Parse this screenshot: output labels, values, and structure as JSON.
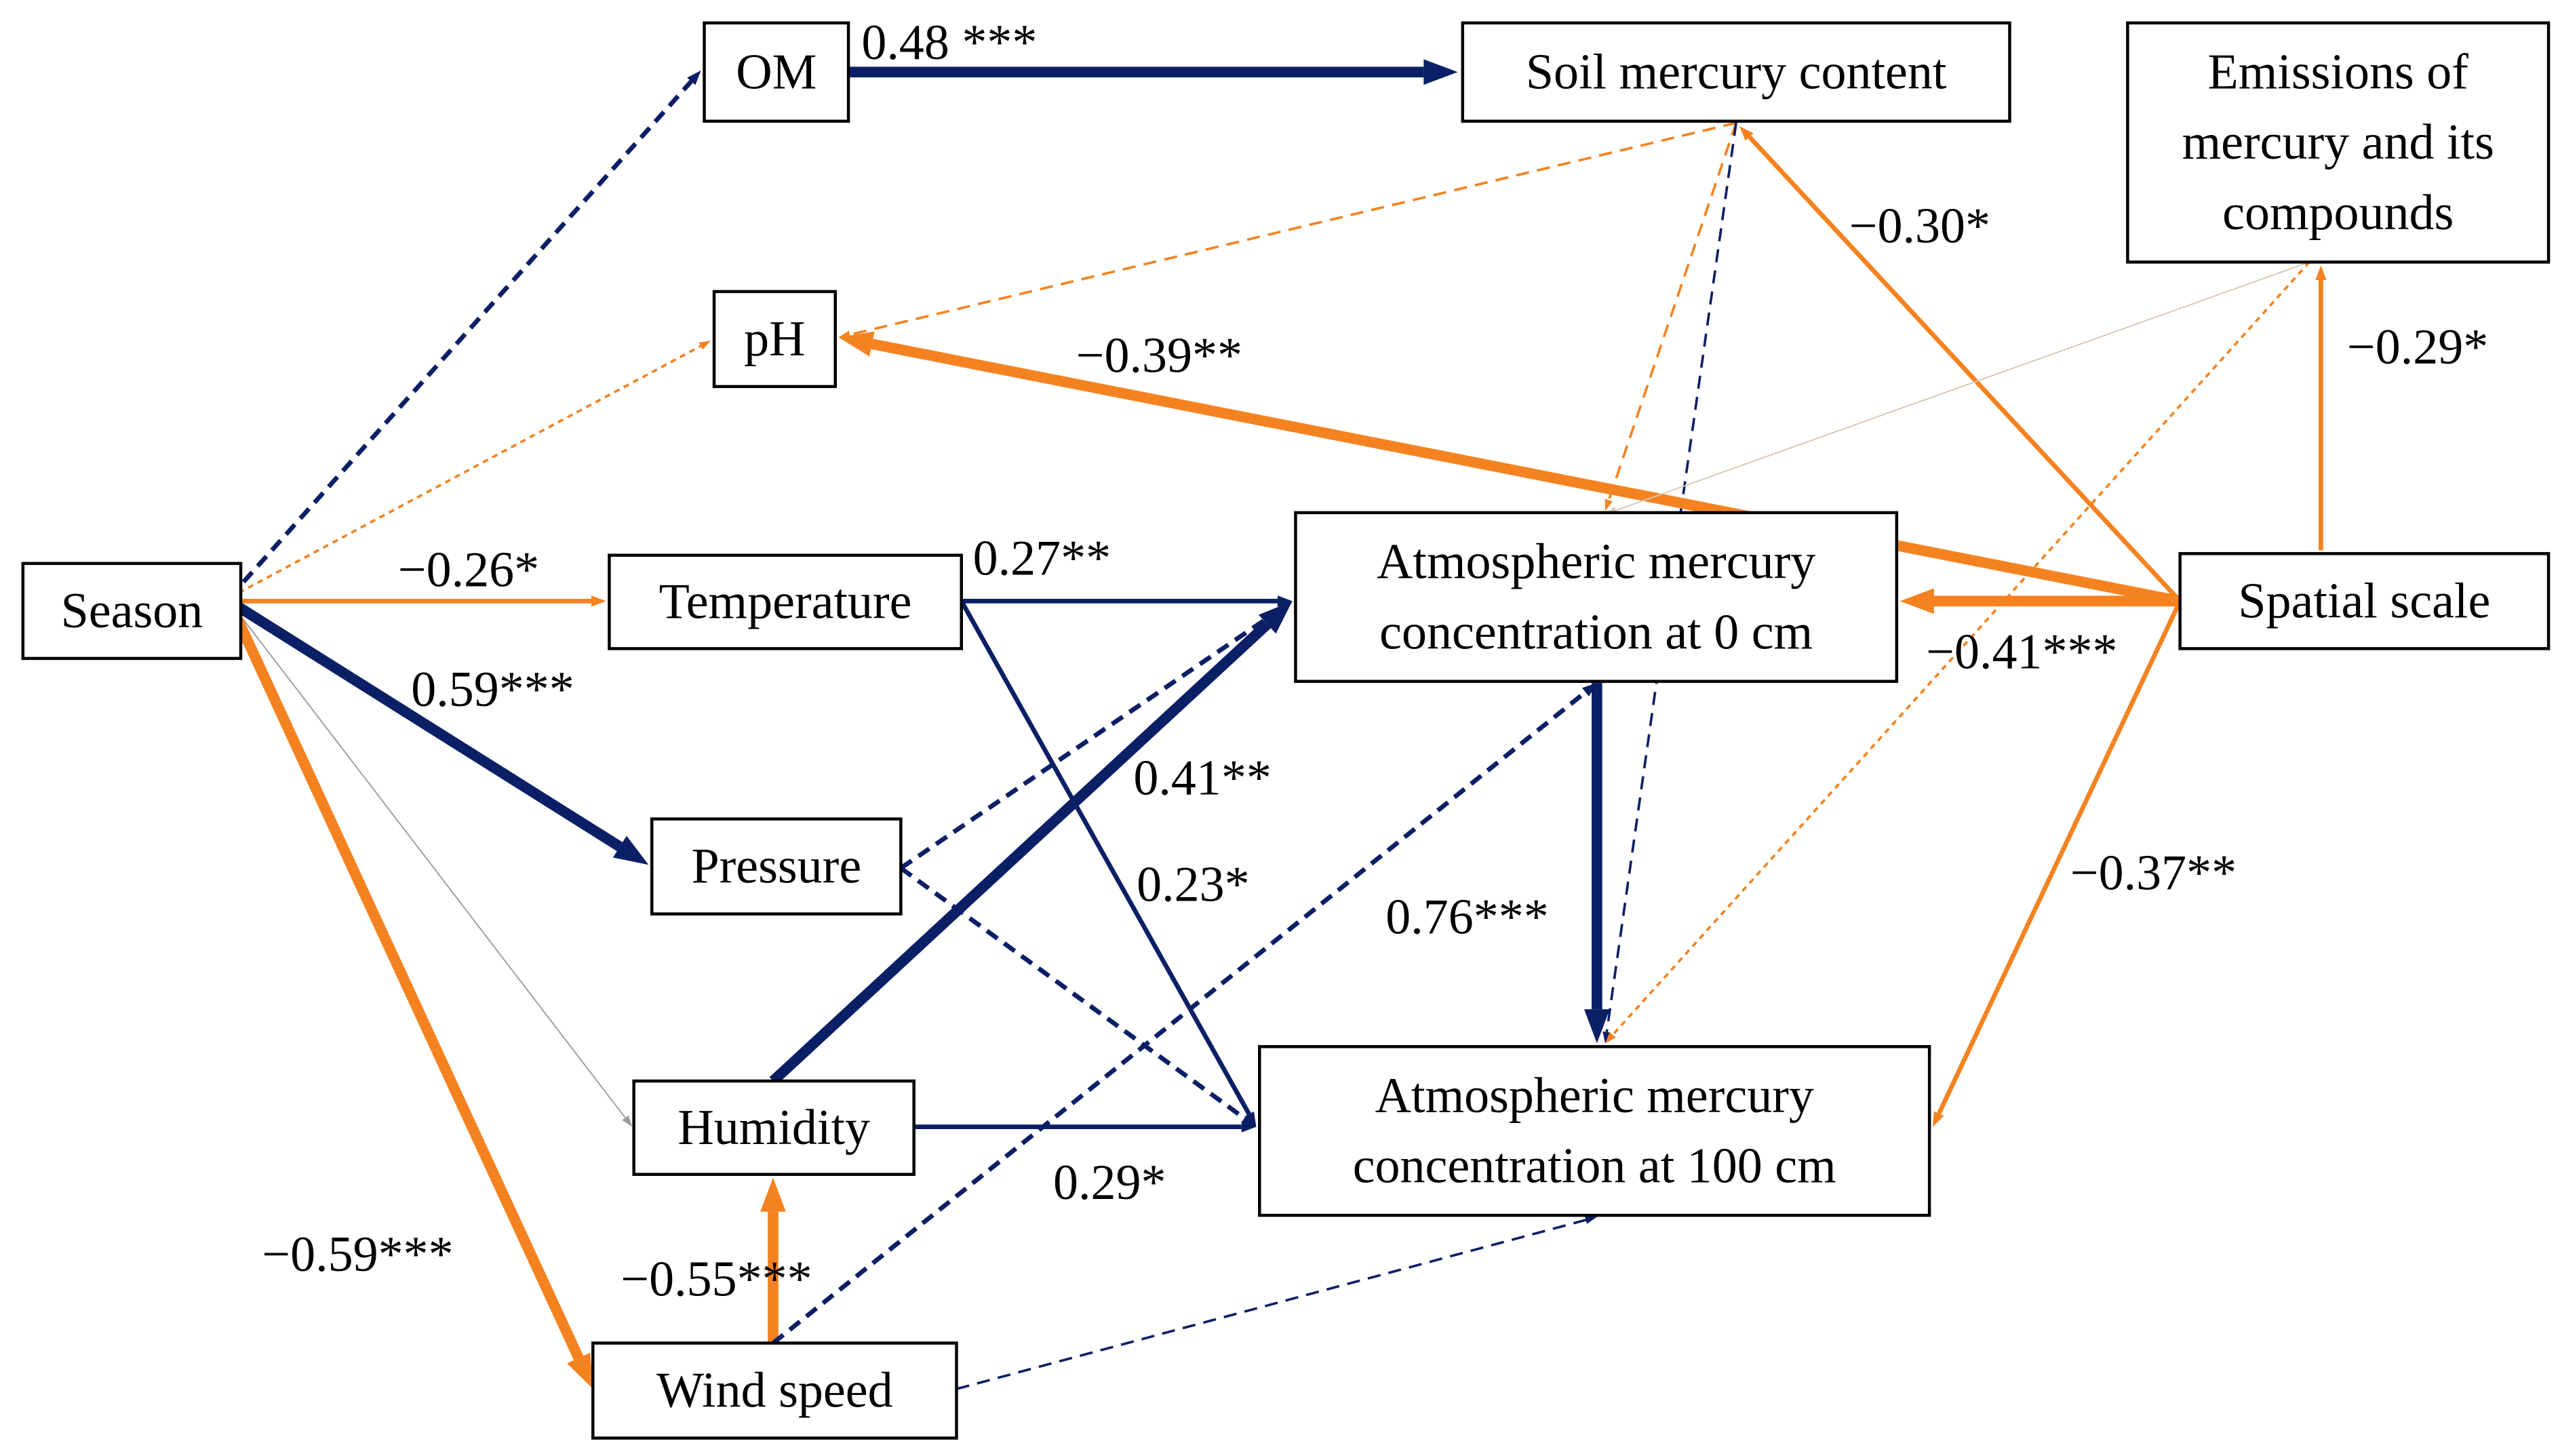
{
  "colors": {
    "positive": "#0B1F66",
    "negative": "#F58220",
    "faint": "#D9C8B4",
    "grey": "#9E9E9E"
  },
  "nodes": {
    "om": "OM",
    "soil": "Soil mercury content",
    "emissions": [
      "Emissions of",
      "mercury and its",
      "compounds"
    ],
    "ph": "pH",
    "season": "Season",
    "temperature": "Temperature",
    "atm0": [
      "Atmospheric mercury",
      "concentration at 0 cm"
    ],
    "spatial": "Spatial scale",
    "pressure": "Pressure",
    "humidity": "Humidity",
    "atm100": [
      "Atmospheric mercury",
      "concentration at 100 cm"
    ],
    "wind": "Wind speed"
  },
  "edges": [
    {
      "from": "om",
      "to": "soil",
      "coefficient": "0.48 ***",
      "sign": "positive",
      "style": "solid",
      "weight": "thick"
    },
    {
      "from": "season",
      "to": "om",
      "coefficient": "",
      "sign": "positive",
      "style": "dashed",
      "weight": "medium"
    },
    {
      "from": "season",
      "to": "ph",
      "coefficient": "",
      "sign": "negative",
      "style": "dotted",
      "weight": "thin"
    },
    {
      "from": "season",
      "to": "temperature",
      "coefficient": "−0.26*",
      "sign": "negative",
      "style": "solid",
      "weight": "medium"
    },
    {
      "from": "season",
      "to": "pressure",
      "coefficient": "0.59***",
      "sign": "positive",
      "style": "solid",
      "weight": "thick"
    },
    {
      "from": "season",
      "to": "humidity",
      "coefficient": "",
      "sign": "neutral",
      "style": "solid",
      "weight": "hairline"
    },
    {
      "from": "season",
      "to": "wind",
      "coefficient": "−0.59***",
      "sign": "negative",
      "style": "solid",
      "weight": "thick"
    },
    {
      "from": "soil",
      "to": "ph",
      "coefficient": "",
      "sign": "negative",
      "style": "dashed",
      "weight": "thin"
    },
    {
      "from": "soil",
      "to": "atm0",
      "coefficient": "",
      "sign": "negative",
      "style": "dashed",
      "weight": "thin"
    },
    {
      "from": "soil",
      "to": "atm100",
      "coefficient": "",
      "sign": "positive",
      "style": "dashed",
      "weight": "thin"
    },
    {
      "from": "spatial",
      "to": "soil",
      "coefficient": "−0.30*",
      "sign": "negative",
      "style": "solid",
      "weight": "medium"
    },
    {
      "from": "spatial",
      "to": "ph",
      "coefficient": "−0.39**",
      "sign": "negative",
      "style": "solid",
      "weight": "thick"
    },
    {
      "from": "spatial",
      "to": "emissions",
      "coefficient": "−0.29*",
      "sign": "negative",
      "style": "solid",
      "weight": "medium"
    },
    {
      "from": "spatial",
      "to": "atm0",
      "coefficient": "−0.41***",
      "sign": "negative",
      "style": "solid",
      "weight": "thick"
    },
    {
      "from": "spatial",
      "to": "atm100",
      "coefficient": "−0.37**",
      "sign": "negative",
      "style": "solid",
      "weight": "medium"
    },
    {
      "from": "emissions",
      "to": "atm0",
      "coefficient": "",
      "sign": "faint",
      "style": "solid",
      "weight": "hairline"
    },
    {
      "from": "emissions",
      "to": "atm100",
      "coefficient": "",
      "sign": "negative",
      "style": "dotted",
      "weight": "thin"
    },
    {
      "from": "temperature",
      "to": "atm0",
      "coefficient": "0.27**",
      "sign": "positive",
      "style": "solid",
      "weight": "medium"
    },
    {
      "from": "temperature",
      "to": "atm100",
      "coefficient": "0.23*",
      "sign": "positive",
      "style": "solid",
      "weight": "medium"
    },
    {
      "from": "pressure",
      "to": "atm0",
      "coefficient": "",
      "sign": "positive",
      "style": "dashed",
      "weight": "medium"
    },
    {
      "from": "pressure",
      "to": "atm100",
      "coefficient": "",
      "sign": "positive",
      "style": "dashed",
      "weight": "medium"
    },
    {
      "from": "humidity",
      "to": "atm0",
      "coefficient": "0.41**",
      "sign": "positive",
      "style": "solid",
      "weight": "thick"
    },
    {
      "from": "humidity",
      "to": "atm100",
      "coefficient": "0.29*",
      "sign": "positive",
      "style": "solid",
      "weight": "medium"
    },
    {
      "from": "wind",
      "to": "humidity",
      "coefficient": "−0.55***",
      "sign": "negative",
      "style": "solid",
      "weight": "thick"
    },
    {
      "from": "wind",
      "to": "atm0",
      "coefficient": "",
      "sign": "positive",
      "style": "dashed",
      "weight": "medium"
    },
    {
      "from": "wind",
      "to": "atm100",
      "coefficient": "",
      "sign": "positive",
      "style": "dashed",
      "weight": "thin"
    },
    {
      "from": "atm0",
      "to": "atm100",
      "coefficient": "0.76***",
      "sign": "positive",
      "style": "solid",
      "weight": "thick"
    }
  ]
}
